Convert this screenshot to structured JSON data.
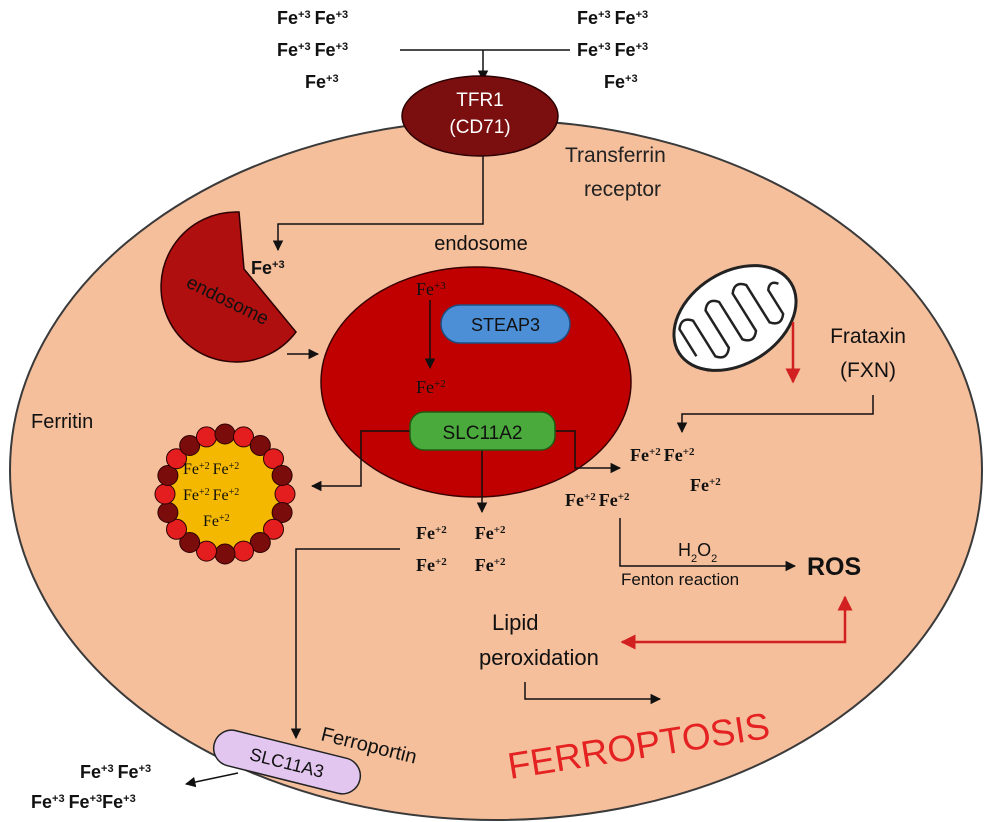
{
  "fe3_top_left": {
    "row1": [
      "Fe",
      "+3",
      "Fe",
      "+3"
    ],
    "row2": [
      "Fe",
      "+3",
      "Fe",
      "+3"
    ],
    "row3": [
      "Fe",
      "+3"
    ]
  },
  "fe3_top_right": {
    "row1": [
      "Fe",
      "+3",
      "Fe",
      "+3"
    ],
    "row2": [
      "Fe",
      "+3",
      "Fe",
      "+3"
    ],
    "row3": [
      "Fe",
      "+3"
    ]
  },
  "tfr1": {
    "line1": "TFR1",
    "line2": "(CD71)"
  },
  "transferrin_receptor": {
    "line1": "Transferrin",
    "line2": "receptor"
  },
  "endosome_open_label": "endosome",
  "endosome_title": "endosome",
  "fe3_entry": [
    "Fe",
    "+3"
  ],
  "fe3_inside": [
    "Fe",
    "+3"
  ],
  "steap3": "STEAP3",
  "fe2_inside": [
    "Fe",
    "+2"
  ],
  "slc11a2": "SLC11A2",
  "ferritin_label": "Ferritin",
  "ferritin_core": {
    "row1": [
      "Fe",
      "+2",
      "Fe",
      "+2"
    ],
    "row2": [
      "Fe",
      "+2",
      "Fe",
      "+2"
    ],
    "row3": [
      "Fe",
      "+2"
    ]
  },
  "frataxin": {
    "line1": "Frataxin",
    "line2": "(FXN)"
  },
  "fe2_pool_right": {
    "row1": [
      "Fe",
      "+2",
      "Fe",
      "+2"
    ],
    "row2": [
      "Fe",
      "+2"
    ],
    "row3": [
      "Fe",
      "+2",
      "Fe",
      "+2"
    ]
  },
  "fe2_pool_center": {
    "row1": [
      "Fe",
      "+2",
      "Fe",
      "+2"
    ],
    "row2": [
      "Fe",
      "+2",
      "Fe",
      "+2"
    ]
  },
  "h2o2": [
    "H",
    "2",
    "O",
    "2"
  ],
  "fenton": "Fenton reaction",
  "ros": "ROS",
  "lipid": {
    "line1": "Lipid",
    "line2": "peroxidation"
  },
  "ferroptosis": "FERROPTOSIS",
  "slc11a3": "SLC11A3",
  "ferroportin": "Ferroportin",
  "fe3_export": {
    "row1": [
      "Fe",
      "+3",
      "Fe",
      "+3"
    ],
    "row2": [
      "Fe",
      "+3",
      "Fe",
      "+3",
      "Fe",
      "+3"
    ]
  },
  "colors": {
    "cell": "#f5bf9c",
    "endosome": "#c00000",
    "tfr1": "#7b0f0f",
    "steap3": "#4d8fd6",
    "slc11a2": "#4aaa3c",
    "slc11a3": "#e2c6ef",
    "ferritin_core": "#f5b800",
    "red_text": "#e52222",
    "red_arrow": "#d21f1f"
  }
}
